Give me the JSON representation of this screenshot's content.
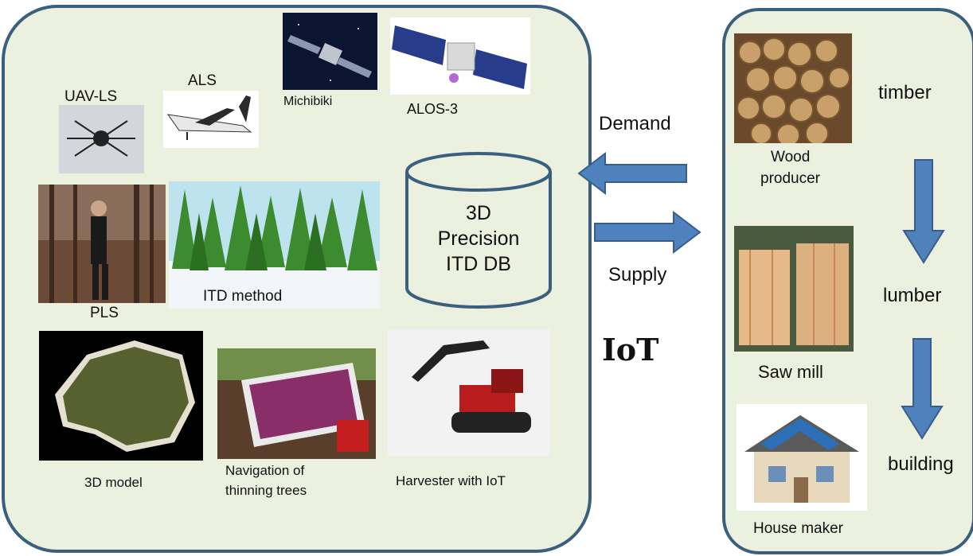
{
  "left_panel": {
    "sensors": {
      "uav_ls": "UAV-LS",
      "als": "ALS",
      "michibiki": "Michibiki",
      "alos3": "ALOS-3",
      "pls": "PLS",
      "itd_method": "ITD method"
    },
    "database": {
      "line1": "3D",
      "line2": "Precision",
      "line3": "ITD DB"
    },
    "applications": {
      "model_3d": "3D model",
      "navigation_line1": "Navigation of",
      "navigation_line2": "thinning trees",
      "harvester": "Harvester with IoT"
    }
  },
  "flow": {
    "demand": "Demand",
    "supply": "Supply",
    "iot": "IoT"
  },
  "right_panel": {
    "products": {
      "timber": "timber",
      "lumber": "lumber",
      "building": "building"
    },
    "actors": {
      "wood_line1": "Wood",
      "wood_line2": "producer",
      "saw_mill": "Saw mill",
      "house_maker": "House maker"
    }
  },
  "colors": {
    "panel_fill": "#ebf1de",
    "panel_border": "#3a5f7f",
    "arrow_fill": "#4f81bd",
    "arrow_stroke": "#385d8a"
  }
}
